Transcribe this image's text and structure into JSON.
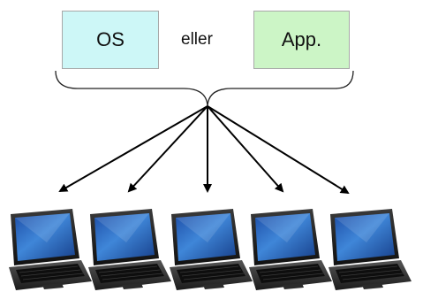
{
  "diagram": {
    "left_box": {
      "label": "OS",
      "fill": "#cdf7f7"
    },
    "connector": {
      "label": "eller"
    },
    "right_box": {
      "label": "App.",
      "fill": "#ccf5c6"
    },
    "target_count": 5
  }
}
